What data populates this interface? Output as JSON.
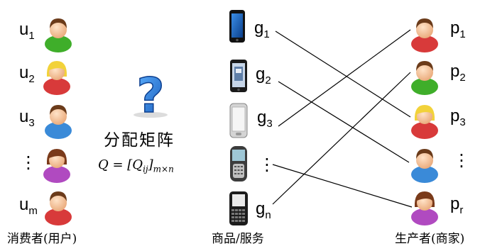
{
  "consumers": {
    "labels": [
      {
        "base": "u",
        "sub": "1"
      },
      {
        "base": "u",
        "sub": "2"
      },
      {
        "base": "u",
        "sub": "3"
      },
      {
        "base": "⋮",
        "sub": ""
      },
      {
        "base": "u",
        "sub": "m"
      }
    ],
    "caption": "消费者(用户)"
  },
  "goods": {
    "labels": [
      {
        "base": "g",
        "sub": "1"
      },
      {
        "base": "g",
        "sub": "2"
      },
      {
        "base": "g",
        "sub": "3"
      },
      {
        "base": "⋮",
        "sub": ""
      },
      {
        "base": "g",
        "sub": "n"
      }
    ],
    "caption": "商品/服务"
  },
  "producers": {
    "labels": [
      {
        "base": "p",
        "sub": "1"
      },
      {
        "base": "p",
        "sub": "2"
      },
      {
        "base": "p",
        "sub": "3"
      },
      {
        "base": "⋮",
        "sub": ""
      },
      {
        "base": "p",
        "sub": "r"
      }
    ],
    "caption": "生产者(商家)"
  },
  "matrix": {
    "title": "分配矩阵",
    "formula": "Q = [Q",
    "formula_sub": "ij",
    "formula_close": "]",
    "formula_dim": "m×n",
    "question_mark": "?"
  },
  "colors": {
    "question_blue": "#2a7bd6",
    "skin": "#f7c8a0",
    "green_shirt": "#3fae2a",
    "red_shirt": "#d83a3a",
    "blue_shirt": "#3a8ad8",
    "purple_shirt": "#b04ac0",
    "hair_brown": "#6b3b1a",
    "hair_blonde": "#f2d23a"
  },
  "links": [
    {
      "from": "goods.0",
      "to": "producers.2"
    },
    {
      "from": "goods.1",
      "to": "producers.3"
    },
    {
      "from": "goods.2",
      "to": "producers.0"
    },
    {
      "from": "goods.3",
      "to": "producers.4"
    },
    {
      "from": "goods.4",
      "to": "producers.1"
    }
  ]
}
